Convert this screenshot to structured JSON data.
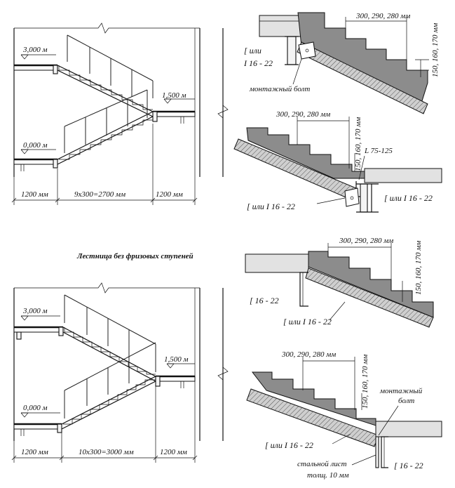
{
  "caption": "Лестница без фризовых ступеней",
  "plan_top": {
    "level_upper": "3,000 м",
    "level_mid": "1,500 м",
    "level_lower": "0,000 м",
    "dim_left": "1200 мм",
    "dim_center": "9х300=2700 мм",
    "dim_right": "1200 мм"
  },
  "plan_bottom": {
    "level_upper": "3,000 м",
    "level_mid": "1,500 м",
    "level_lower": "0,000 м",
    "dim_left": "1200 мм",
    "dim_center": "10х300=3000 мм",
    "dim_right": "1200 мм"
  },
  "detail_1": {
    "tread": "300, 290, 280 мм",
    "riser": "150, 160, 170 мм",
    "profile_line1": "[ или",
    "profile_line2": "I 16 - 22",
    "bolt": "монтажный болт"
  },
  "detail_2": {
    "tread": "300, 290, 280 мм",
    "riser": "150, 160, 170 мм",
    "angle": "L 75-125",
    "profile_left": "[ или I 16 - 22",
    "profile_right": "[ или I 16 - 22"
  },
  "detail_3": {
    "tread": "300, 290, 280 мм",
    "riser": "150, 160, 170 мм",
    "profile_left": "[ 16 - 22",
    "profile_bottom": "[ или I 16 - 22"
  },
  "detail_4": {
    "tread": "300, 290, 280 мм",
    "riser": "150, 160, 170 мм",
    "bolt_line1": "монтажный",
    "bolt_line2": "болт",
    "profile_left": "[ или I 16 - 22",
    "plate_line1": "стальной лист",
    "plate_line2": "толщ. 10 мм",
    "profile_right": "[ 16 - 22"
  }
}
